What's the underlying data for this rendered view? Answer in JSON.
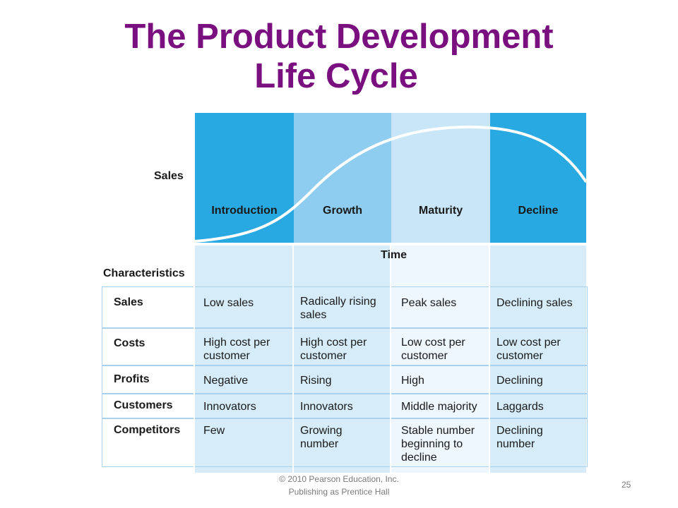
{
  "slide": {
    "title_line1": "The Product Development",
    "title_line2": "Life Cycle",
    "footer_line1": "© 2010 Pearson Education, Inc.",
    "footer_line2": "Publishing as Prentice Hall",
    "page_number": "25"
  },
  "diagram": {
    "y_axis_label": "Sales",
    "x_axis_label": "Time",
    "characteristics_label": "Characteristics",
    "stages": [
      {
        "name": "Introduction",
        "band_color": "#29a9e1"
      },
      {
        "name": "Growth",
        "band_color": "#8ecdf0"
      },
      {
        "name": "Maturity",
        "band_color": "#c8e6f8"
      },
      {
        "name": "Decline",
        "band_color": "#29a9e1"
      }
    ],
    "column_background_colors": [
      "#d6ecf9",
      "#d6ecf9",
      "#eef7fd",
      "#d6ecf9"
    ],
    "curve_color": "#ffffff",
    "rows": [
      {
        "label": "Sales",
        "cells": [
          "Low sales",
          "Radically rising sales",
          "Peak sales",
          "Declining sales"
        ]
      },
      {
        "label": "Costs",
        "cells": [
          "High cost per customer",
          "High cost per customer",
          "Low cost per customer",
          "Low cost per customer"
        ]
      },
      {
        "label": "Profits",
        "cells": [
          "Negative",
          "Rising",
          "High",
          "Declining"
        ]
      },
      {
        "label": "Customers",
        "cells": [
          "Innovators",
          "Innovators",
          "Middle majority",
          "Laggards"
        ]
      },
      {
        "label": "Competitors",
        "cells": [
          "Few",
          "Growing number",
          "Stable number beginning to decline",
          "Declining number"
        ]
      }
    ]
  }
}
